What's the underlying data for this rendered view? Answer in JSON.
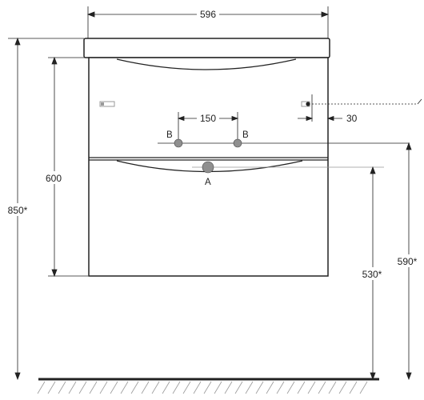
{
  "diagram": {
    "dimensions": {
      "width_top": "596",
      "total_height": "850*",
      "cabinet_height": "600",
      "hole_spacing": "150",
      "side_offset": "30",
      "drain_height": "530*",
      "supply_height": "590*"
    },
    "labels": {
      "drain": "A",
      "supply_left": "B",
      "supply_right": "B"
    },
    "colors": {
      "line": "#222222",
      "hole_fill": "#8f8f8f",
      "accent_line": "#999999"
    }
  }
}
